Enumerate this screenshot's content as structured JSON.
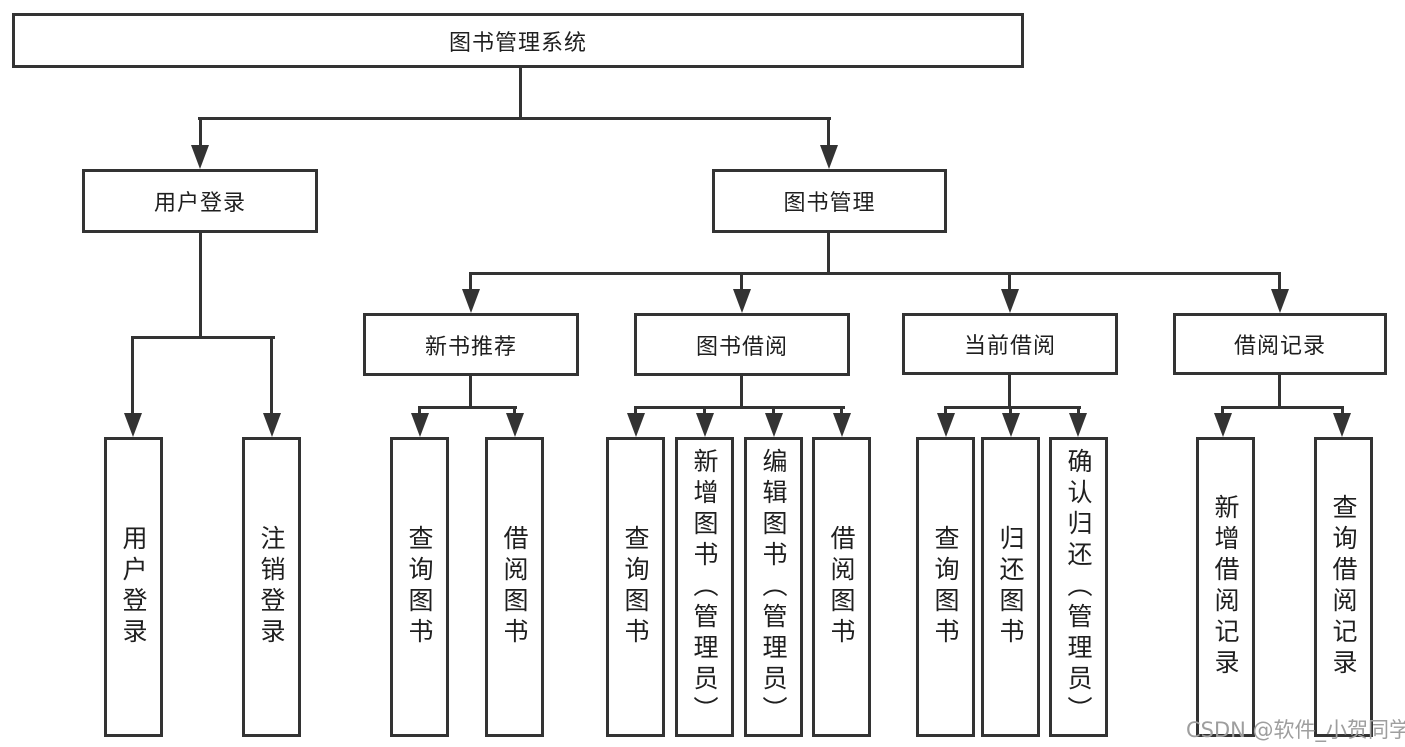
{
  "nodes": {
    "root": "图书管理系统",
    "level2": [
      "用户登录",
      "图书管理"
    ],
    "level3": [
      "新书推荐",
      "图书借阅",
      "当前借阅",
      "借阅记录"
    ],
    "user_login_children": [
      "用户登录",
      "注销登录"
    ],
    "new_book_children": [
      "查询图书",
      "借阅图书"
    ],
    "book_borrow_children": [
      "查询图书",
      "新增图书（管理员）",
      "编辑图书（管理员）",
      "借阅图书"
    ],
    "current_borrow_children": [
      "查询图书",
      "归还图书",
      "确认归还（管理员）"
    ],
    "borrow_record_children": [
      "新增借阅记录",
      "查询借阅记录"
    ]
  },
  "watermark": {
    "text": "CSDN @软件_小贺同学",
    "color": "#9e9e9e"
  },
  "colors": {
    "line": "#333333",
    "box_border": "#333333",
    "text": "#1f1f1f",
    "background": "#ffffff"
  }
}
